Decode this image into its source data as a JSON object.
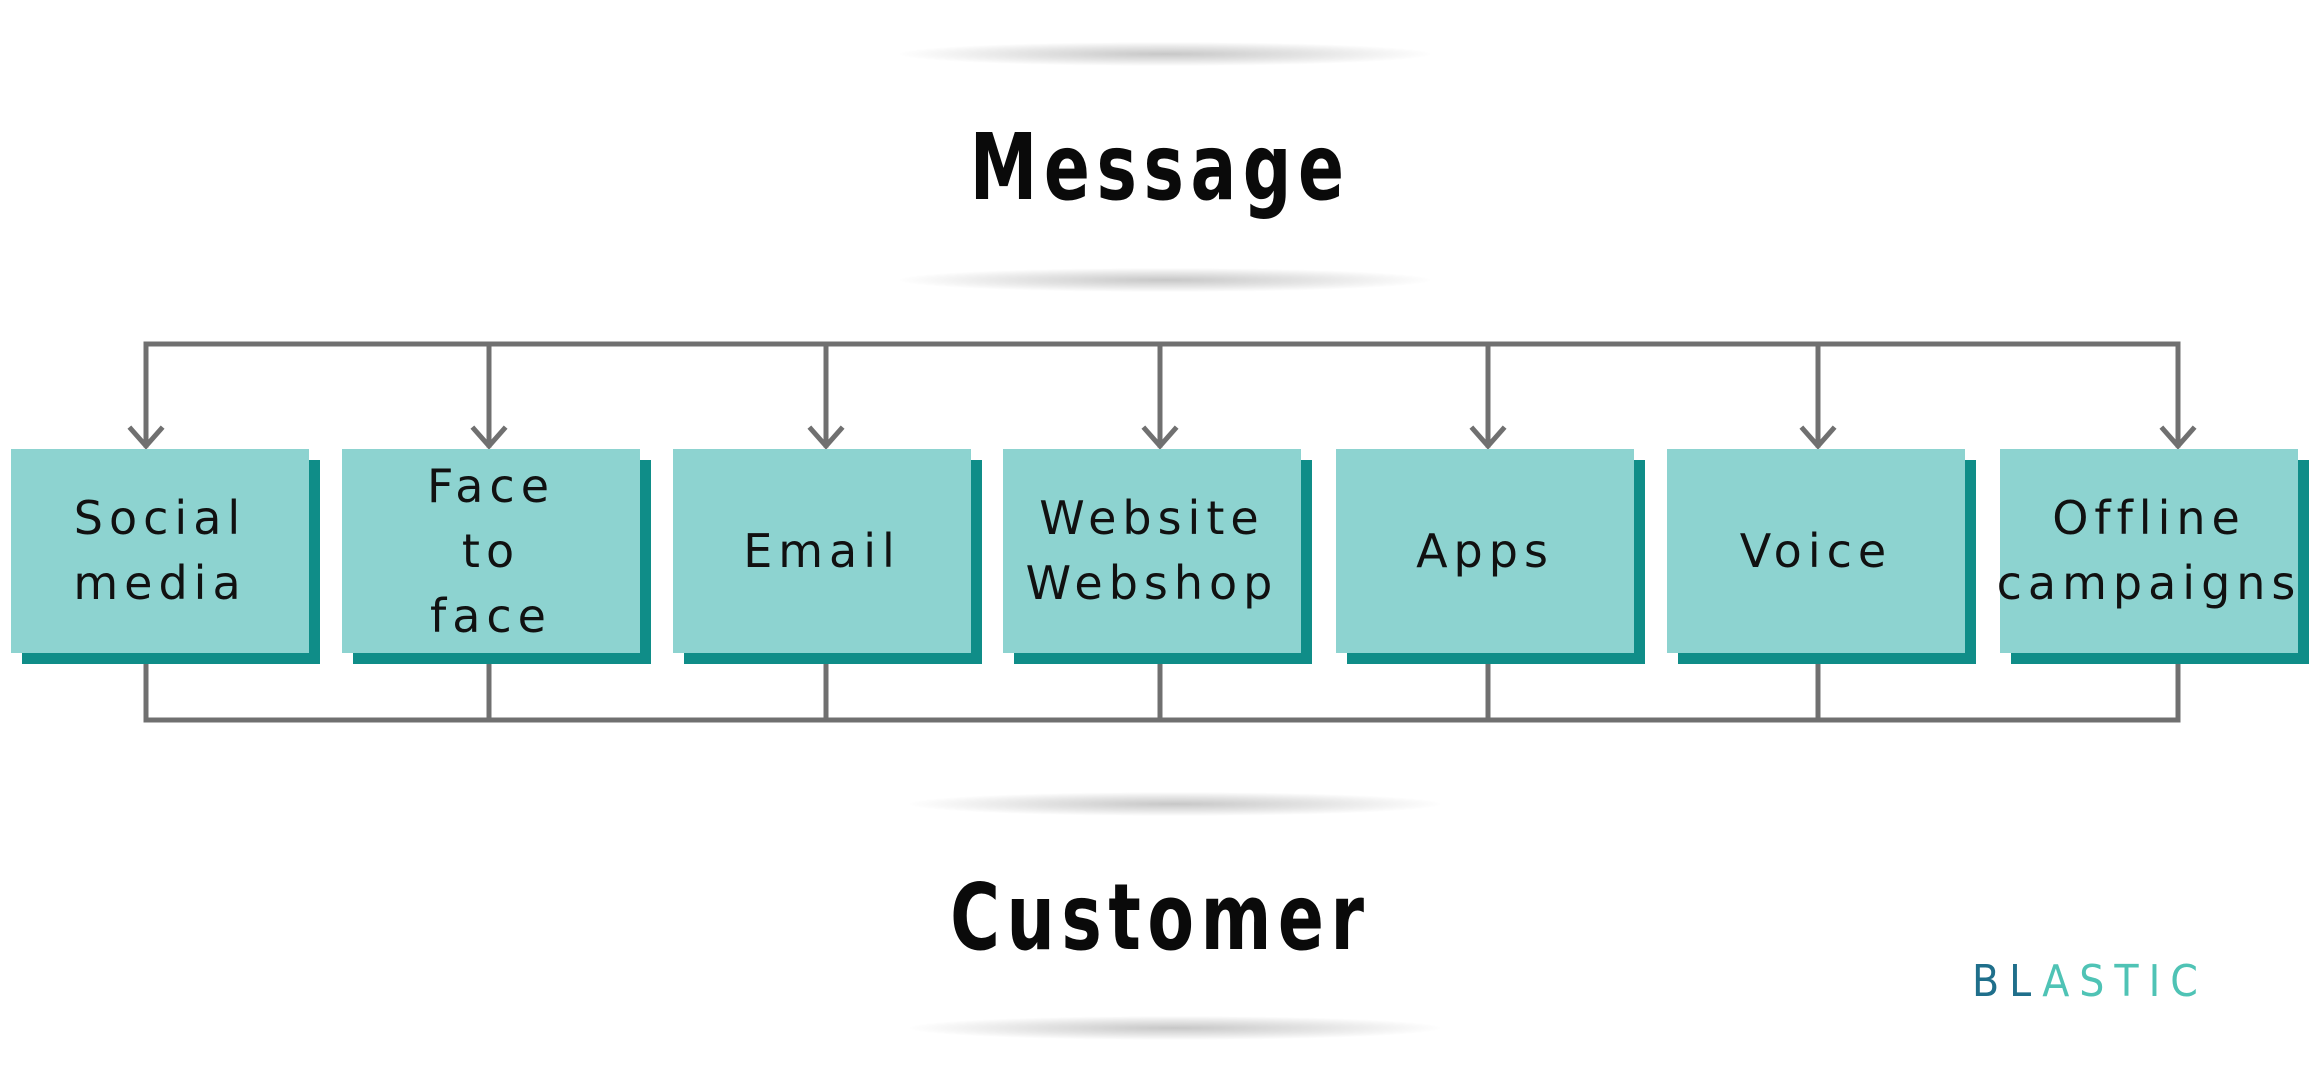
{
  "diagram": {
    "top_heading": "Message",
    "bottom_heading": "Customer",
    "channels": [
      {
        "label": "Social\nmedia"
      },
      {
        "label": "Face\nto\nface"
      },
      {
        "label": "Email"
      },
      {
        "label": "Website\nWebshop"
      },
      {
        "label": "Apps"
      },
      {
        "label": "Voice"
      },
      {
        "label": "Offline\ncampaigns"
      }
    ]
  },
  "logo": {
    "part1": "BL",
    "part2": "ASTIC"
  },
  "colors": {
    "box_fill": "#8dd3d0",
    "box_shadow": "#0f8d88",
    "connector": "#707070",
    "logo_dark": "#1f6f8b",
    "logo_light": "#4fc3b5"
  }
}
